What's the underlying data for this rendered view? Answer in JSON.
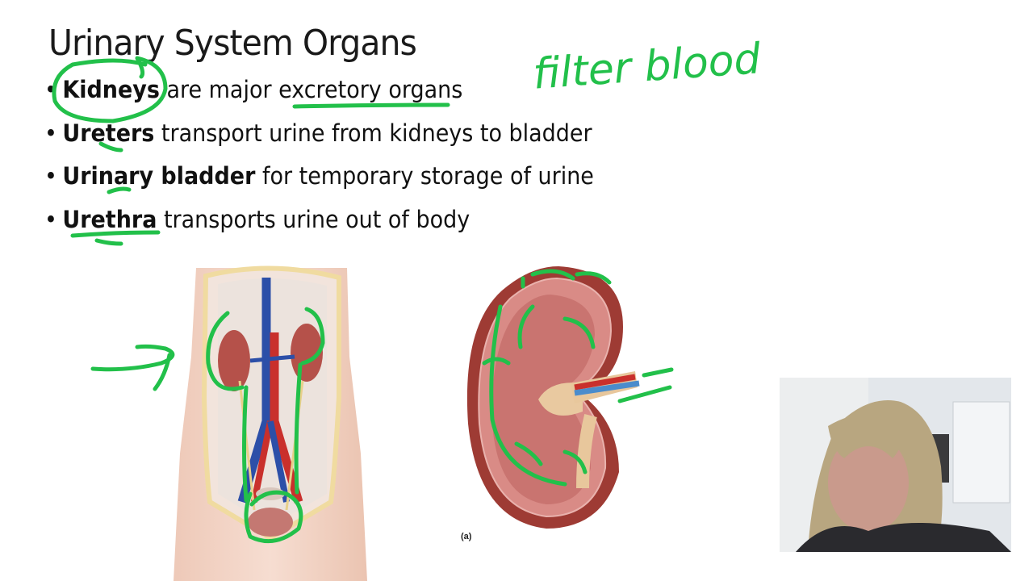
{
  "slide": {
    "title": "Urinary System Organs",
    "bullets": [
      {
        "bold": "Kidneys",
        "rest": " are major excretory organs"
      },
      {
        "bold": "Ureters",
        "rest": " transport urine from kidneys to bladder"
      },
      {
        "bold": "Urinary bladder",
        "rest": " for temporary storage of urine"
      },
      {
        "bold": "Urethra",
        "rest": " transports urine out of body"
      }
    ],
    "bullet_glyph": "•",
    "figure_caption": "(a)"
  },
  "annotations": {
    "handwritten_note": "filter blood",
    "ink_color": "#22c04a"
  },
  "figures": {
    "left": "urinary-system-anatomy",
    "right": "kidney-cross-section"
  },
  "webcam": {
    "label": "presenter-webcam"
  }
}
